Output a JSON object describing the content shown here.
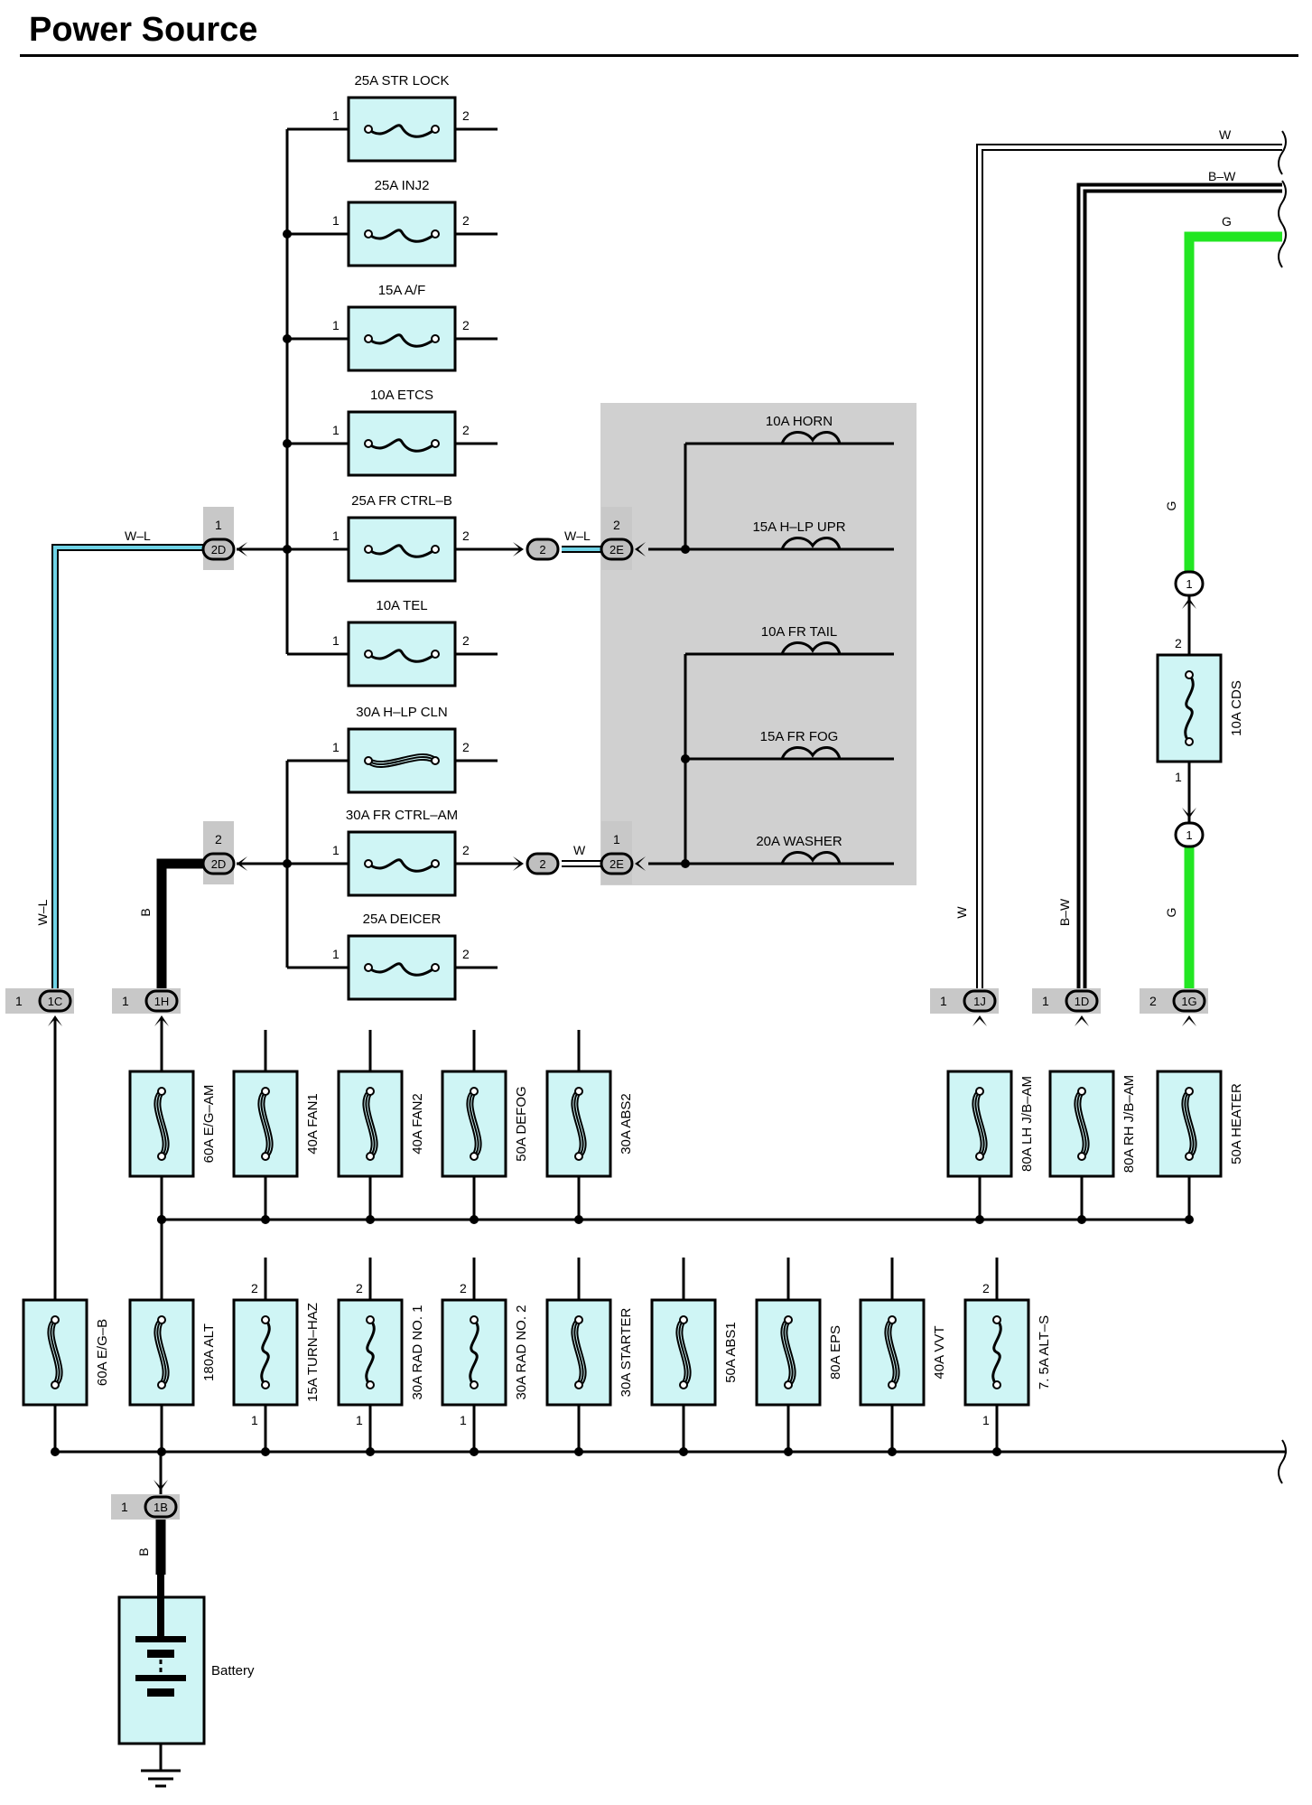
{
  "title": "Power Source",
  "colors": {
    "fuse_fill": "#cff5f5",
    "connector_fill": "#c8c8c8",
    "junction_block": "#d0d0d0",
    "wire_WL": "#6fd3e6",
    "wire_G": "#22e622",
    "wire_B": "#000000",
    "wire_W": "#ffffff"
  },
  "upper_fuses": [
    {
      "label": "25A STR LOCK",
      "pin1": "1",
      "pin2": "2"
    },
    {
      "label": "25A INJ2",
      "pin1": "1",
      "pin2": "2"
    },
    {
      "label": "15A A/F",
      "pin1": "1",
      "pin2": "2"
    },
    {
      "label": "10A ETCS",
      "pin1": "1",
      "pin2": "2"
    },
    {
      "label": "25A FR CTRL–B",
      "pin1": "1",
      "pin2": "2"
    },
    {
      "label": "10A TEL",
      "pin1": "1",
      "pin2": "2"
    },
    {
      "label": "30A H–LP CLN",
      "pin1": "1",
      "pin2": "2"
    },
    {
      "label": "30A FR CTRL–AM",
      "pin1": "1",
      "pin2": "2"
    },
    {
      "label": "25A DEICER",
      "pin1": "1",
      "pin2": "2"
    }
  ],
  "jb_fuses": [
    {
      "label": "10A HORN"
    },
    {
      "label": "15A H–LP UPR"
    },
    {
      "label": "10A FR TAIL"
    },
    {
      "label": "15A FR FOG"
    },
    {
      "label": "20A WASHER"
    }
  ],
  "middle_fuses": [
    {
      "label": "60A E/G–AM"
    },
    {
      "label": "40A FAN1"
    },
    {
      "label": "40A FAN2"
    },
    {
      "label": "50A DEFOG"
    },
    {
      "label": "30A ABS2"
    },
    {
      "label": "80A LH J/B–AM"
    },
    {
      "label": "80A RH J/B–AM"
    },
    {
      "label": "50A HEATER"
    }
  ],
  "lower_fuses": [
    {
      "label": "60A E/G–B"
    },
    {
      "label": "180A ALT"
    },
    {
      "label": "15A TURN–HAZ",
      "pin_top": "2",
      "pin_bottom": "1"
    },
    {
      "label": "30A RAD NO. 1",
      "pin_top": "2",
      "pin_bottom": "1"
    },
    {
      "label": "30A RAD NO. 2",
      "pin_top": "2",
      "pin_bottom": "1"
    },
    {
      "label": "30A STARTER"
    },
    {
      "label": "50A ABS1"
    },
    {
      "label": "80A EPS"
    },
    {
      "label": "40A VVT"
    },
    {
      "label": "7. 5A ALT–S",
      "pin_top": "2",
      "pin_bottom": "1"
    }
  ],
  "cds_fuse": {
    "label": "10A CDS",
    "pin_top": "2",
    "pin_bottom": "1"
  },
  "connectors": {
    "c2D_top": {
      "code": "2D",
      "pin": "1"
    },
    "c2D_bottom": {
      "code": "2D",
      "pin": "2"
    },
    "c2E_top": {
      "code": "2E",
      "pin": "2"
    },
    "c2E_bottom": {
      "code": "2E",
      "pin": "1"
    },
    "c2_top": {
      "code": "2"
    },
    "c2_bottom": {
      "code": "2"
    },
    "c1C": {
      "code": "1C",
      "pin": "1"
    },
    "c1H": {
      "code": "1H",
      "pin": "1"
    },
    "c1J": {
      "code": "1J",
      "pin": "1"
    },
    "c1D": {
      "code": "1D",
      "pin": "1"
    },
    "c1G": {
      "code": "1G",
      "pin": "2"
    },
    "c1B": {
      "code": "1B",
      "pin": "1"
    },
    "c1_upper": {
      "code": "1"
    },
    "c1_lower": {
      "code": "1"
    }
  },
  "wire_labels": {
    "wl_top": "W–L",
    "wl_mid": "W–L",
    "wl_vert": "W–L",
    "b_vert": "B",
    "w_mid": "W",
    "w_top": "W",
    "bw_top": "B–W",
    "g_top": "G",
    "g_vert1": "G",
    "g_vert2": "G",
    "w_vert": "W",
    "bw_vert": "B–W",
    "b_battery": "B"
  },
  "battery_label": "Battery"
}
